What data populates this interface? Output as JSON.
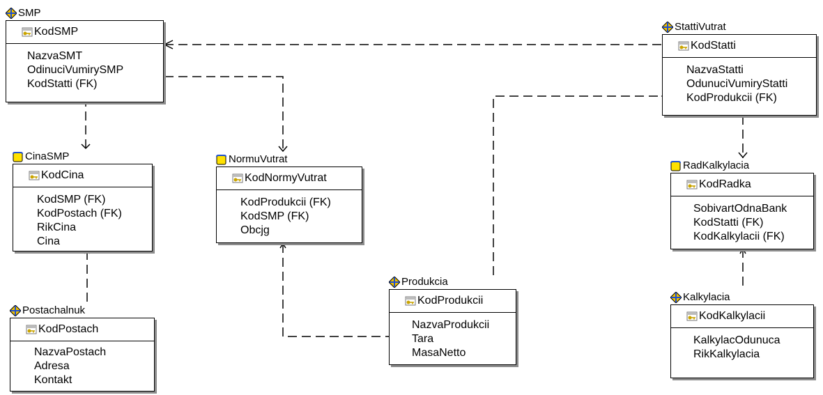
{
  "diagram": {
    "entities": [
      {
        "id": "smp",
        "kind": "independent",
        "title": "SMP",
        "pk": "KodSMP",
        "attributes": [
          "NazvaSMT",
          "OdinuciVumirySMP",
          "KodStatti (FK)"
        ]
      },
      {
        "id": "cinasmp",
        "kind": "dependent",
        "title": "CinaSMP",
        "pk": "KodCina",
        "attributes": [
          "KodSMP (FK)",
          "KodPostach (FK)",
          "RikCina",
          "Cina"
        ]
      },
      {
        "id": "postachalnuk",
        "kind": "independent",
        "title": "Postachalnuk",
        "pk": "KodPostach",
        "attributes": [
          "NazvaPostach",
          "Adresa",
          "Kontakt"
        ]
      },
      {
        "id": "normuvutrat",
        "kind": "dependent",
        "title": "NormuVutrat",
        "pk": "KodNormyVutrat",
        "attributes": [
          "KodProdukcii (FK)",
          "KodSMP (FK)",
          "Obcjg"
        ]
      },
      {
        "id": "produkcia",
        "kind": "independent",
        "title": "Produkcia",
        "pk": "KodProdukcii",
        "attributes": [
          "NazvaProdukcii",
          "Tara",
          "MasaNetto"
        ]
      },
      {
        "id": "stattivutrat",
        "kind": "independent",
        "title": "StattiVutrat",
        "pk": "KodStatti",
        "attributes": [
          "NazvaStatti",
          "OdunuciVumiryStatti",
          "KodProdukcii (FK)"
        ]
      },
      {
        "id": "radkalkylacia",
        "kind": "dependent",
        "title": "RadKalkylacia",
        "pk": "KodRadka",
        "attributes": [
          "SobivartOdnaBank",
          "KodStatti (FK)",
          "KodKalkylacii (FK)"
        ]
      },
      {
        "id": "kalkylacia",
        "kind": "independent",
        "title": "Kalkylacia",
        "pk": "KodKalkylacii",
        "attributes": [
          "KalkylacOdunuca",
          "RikKalkylacia"
        ]
      }
    ],
    "colors": {
      "independent_icon_fill": "#f2c200",
      "independent_icon_accent": "#1d4fd1",
      "dependent_icon_fill": "#ffe100",
      "dependent_icon_accent": "#1d4fd1",
      "key_icon": "#c9a400",
      "line": "#000000",
      "shadow": "#8c8c8c"
    },
    "icons": {
      "independent": "diamond-entity-icon",
      "dependent": "cube-entity-icon",
      "primary_key": "key-icon"
    }
  }
}
